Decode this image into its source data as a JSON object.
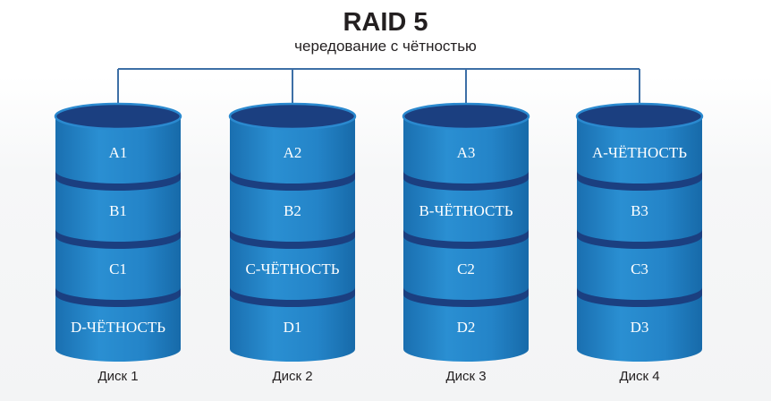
{
  "title": "RAID 5",
  "subtitle": "чередование с чётностью",
  "colors": {
    "segment_body": "#1f7cc1",
    "segment_body_light": "#2e93d6",
    "separator": "#1b3f80",
    "top_face": "#1b3f80",
    "rim": "#2a89cf",
    "connector": "#3d6fa6"
  },
  "disks": [
    {
      "label": "Диск 1",
      "segments": [
        "A1",
        "B1",
        "C1",
        "D-ЧЁТНОСТЬ"
      ]
    },
    {
      "label": "Диск 2",
      "segments": [
        "A2",
        "B2",
        "C-ЧЁТНОСТЬ",
        "D1"
      ]
    },
    {
      "label": "Диск 3",
      "segments": [
        "A3",
        "B-ЧЁТНОСТЬ",
        "C2",
        "D2"
      ]
    },
    {
      "label": "Диск 4",
      "segments": [
        "A-ЧЁТНОСТЬ",
        "B3",
        "C3",
        "D3"
      ]
    }
  ]
}
